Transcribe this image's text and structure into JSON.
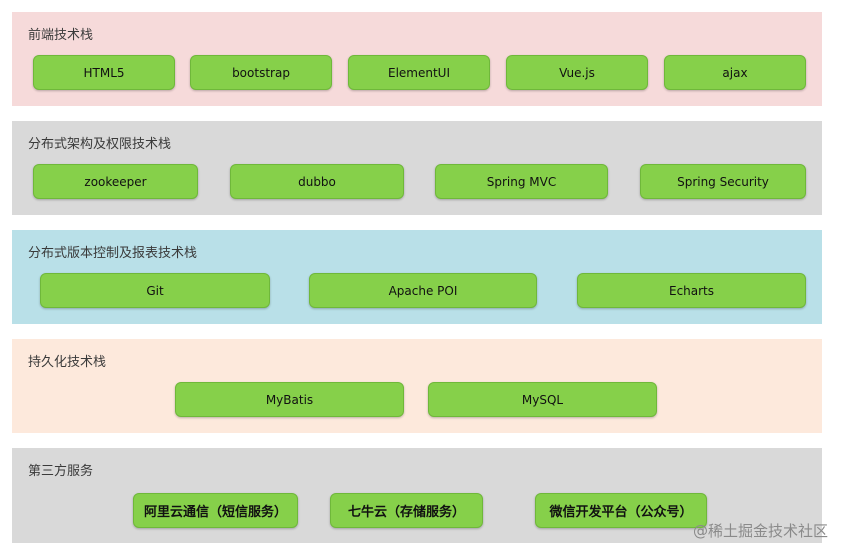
{
  "sections": [
    {
      "title": "前端技术栈",
      "color": "#f6dada",
      "items": [
        "HTML5",
        "bootstrap",
        "ElementUI",
        "Vue.js",
        "ajax"
      ]
    },
    {
      "title": "分布式架构及权限技术栈",
      "color": "#d9d9d9",
      "items": [
        "zookeeper",
        "dubbo",
        "Spring MVC",
        "Spring Security"
      ]
    },
    {
      "title": "分布式版本控制及报表技术栈",
      "color": "#b9e0e8",
      "items": [
        "Git",
        "Apache POI",
        "Echarts"
      ]
    },
    {
      "title": "持久化技术栈",
      "color": "#fde9dc",
      "items": [
        "MyBatis",
        "MySQL"
      ]
    },
    {
      "title": "第三方服务",
      "color": "#d9d9d9",
      "items": [
        "阿里云通信（短信服务）",
        "七牛云（存储服务）",
        "微信开发平台（公众号）"
      ]
    }
  ],
  "pill_color": "#86d04a",
  "watermark": "@稀土掘金技术社区"
}
